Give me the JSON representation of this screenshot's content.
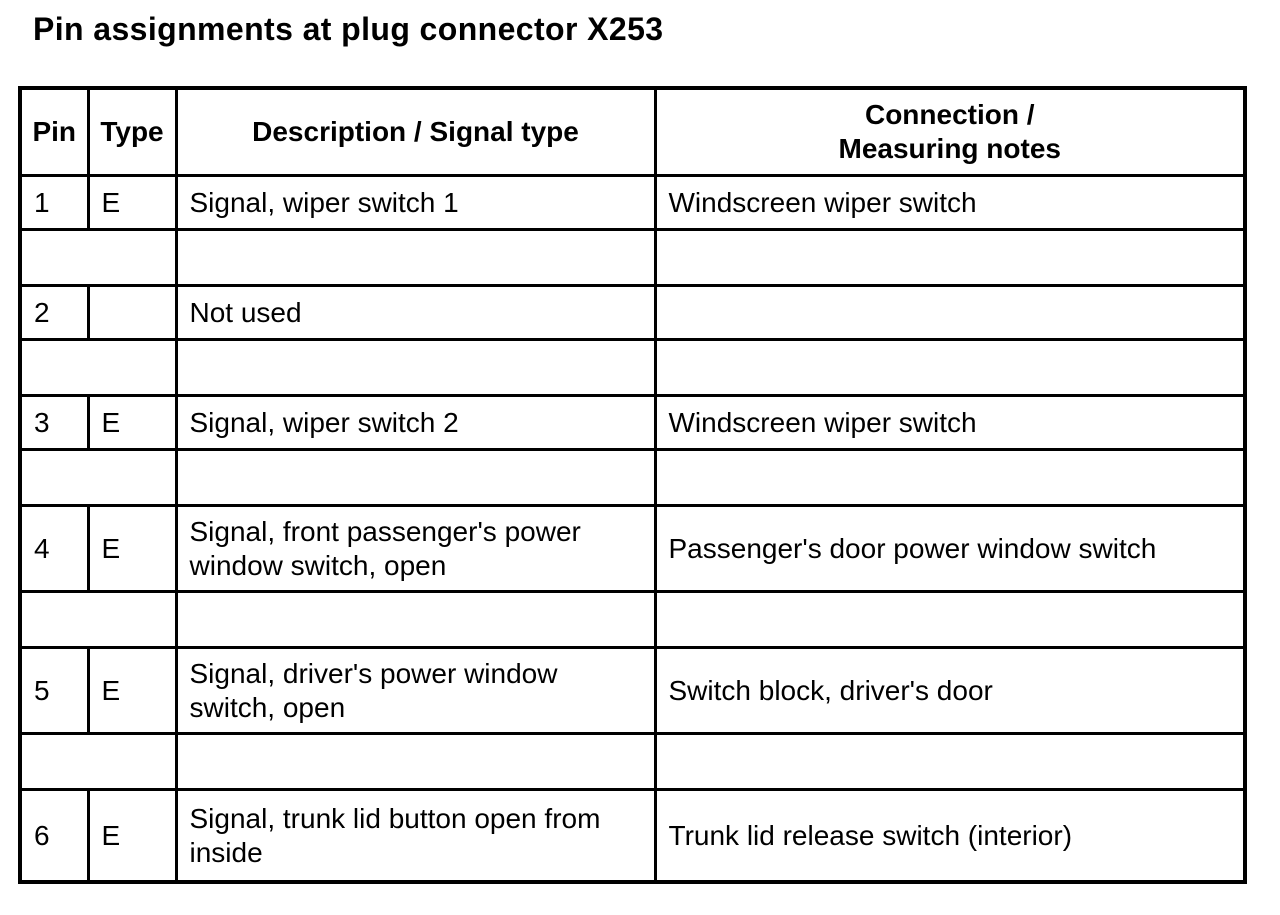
{
  "page_title": "Pin assignments at plug connector X253",
  "colors": {
    "background": "#ffffff",
    "text": "#000000",
    "table_border": "#000000"
  },
  "table": {
    "headers": {
      "pin": "Pin",
      "type": "Type",
      "description": "Description / Signal type",
      "connection": "Connection /\nMeasuring notes"
    },
    "rows": [
      {
        "kind": "data",
        "pin": "1",
        "type": "E",
        "description": "Signal, wiper switch 1",
        "connection": "Windscreen wiper switch"
      },
      {
        "kind": "spacer",
        "pin": "",
        "type": "",
        "description": "",
        "connection": ""
      },
      {
        "kind": "data",
        "pin": "2",
        "type": "",
        "description": "Not used",
        "connection": ""
      },
      {
        "kind": "spacer",
        "pin": "",
        "type": "",
        "description": "",
        "connection": ""
      },
      {
        "kind": "data",
        "pin": "3",
        "type": "E",
        "description": "Signal, wiper switch 2",
        "connection": "Windscreen wiper switch"
      },
      {
        "kind": "spacer",
        "pin": "",
        "type": "",
        "description": "",
        "connection": ""
      },
      {
        "kind": "data",
        "pin": "4",
        "type": "E",
        "description": "Signal, front passenger's power window switch, open",
        "connection": "Passenger's door power window switch"
      },
      {
        "kind": "spacer",
        "pin": "",
        "type": "",
        "description": "",
        "connection": ""
      },
      {
        "kind": "data",
        "pin": "5",
        "type": "E",
        "description": "Signal, driver's power window switch, open",
        "connection": "Switch block, driver's door"
      },
      {
        "kind": "spacer",
        "pin": "",
        "type": "",
        "description": "",
        "connection": ""
      },
      {
        "kind": "data",
        "pin": "6",
        "type": "E",
        "description": "Signal, trunk lid button open from inside",
        "connection": "Trunk lid release switch (interior)"
      }
    ]
  }
}
